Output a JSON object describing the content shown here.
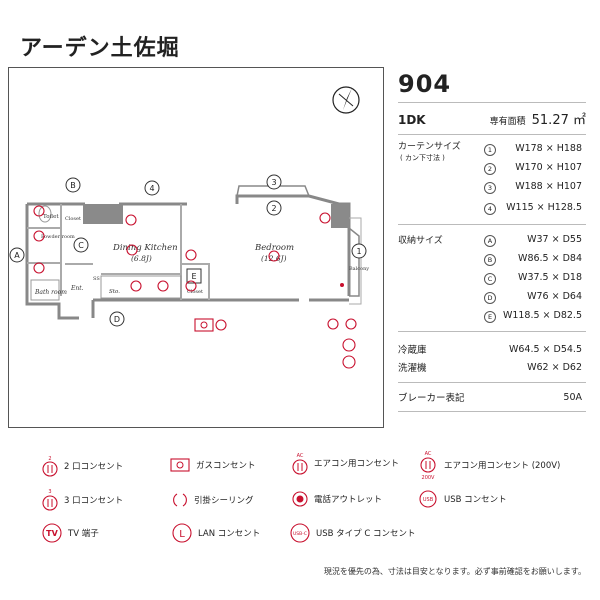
{
  "title": "アーデン土佐堀",
  "room_number": "904",
  "layout_type": "1DK",
  "area_label": "専有面積",
  "area_value": "51.27 ㎡",
  "curtain": {
    "title": "カーテンサイズ",
    "subtitle": "( カン下寸法 )",
    "items": [
      {
        "mark": "1",
        "size": "W178 × H188"
      },
      {
        "mark": "2",
        "size": "W170 × H107"
      },
      {
        "mark": "3",
        "size": "W188 × H107"
      },
      {
        "mark": "4",
        "size": "W115 × H128.5"
      }
    ]
  },
  "storage": {
    "title": "収納サイズ",
    "items": [
      {
        "mark": "A",
        "size": "W37 × D55"
      },
      {
        "mark": "B",
        "size": "W86.5 × D84"
      },
      {
        "mark": "C",
        "size": "W37.5 × D18"
      },
      {
        "mark": "D",
        "size": "W76 × D64"
      },
      {
        "mark": "E",
        "size": "W118.5 × D82.5"
      }
    ]
  },
  "fridge": {
    "label": "冷蔵庫",
    "size": "W64.5 × D54.5"
  },
  "washer": {
    "label": "洗濯機",
    "size": "W62 × D62"
  },
  "breaker": {
    "label": "ブレーカー表記",
    "value": "50A"
  },
  "plan": {
    "dk_label": "Dining Kitchen",
    "dk_size": "(6.8J)",
    "bed_label": "Bedroom",
    "bed_size": "(12.6J)",
    "toilet": "Toilet",
    "powder": "Powder room",
    "bath": "Bath room",
    "closet": "Closet",
    "ent": "Ent.",
    "sto": "Sto.",
    "ss": "SS",
    "balcony": "Balcony",
    "closet_e": "Closet",
    "marks": {
      "A": "A",
      "B": "B",
      "C": "C",
      "D": "D",
      "E": "E",
      "n1": "1",
      "n2": "2",
      "n3": "3",
      "n4": "4",
      "n2b": "2"
    }
  },
  "legend": {
    "outlet2": "2 口コンセント",
    "gas": "ガスコンセント",
    "ac": "エアコン用コンセント",
    "ac200": "エアコン用コンセント (200V)",
    "outlet3": "3 口コンセント",
    "ceiling": "引掛シーリング",
    "phone": "電話アウトレット",
    "usb": "USB コンセント",
    "tv": "TV 端子",
    "lan": "LAN コンセント",
    "usbc": "USB タイプ C コンセント",
    "sym_tv": "TV",
    "sym_lan": "L",
    "sym_usb": "USB",
    "sym_usbc": "USB-C",
    "sym_ac": "AC",
    "sym_200v": "200V",
    "sym_2": "2",
    "sym_3": "3"
  },
  "note": "現況を優先の為、寸法は目安となります。必ず事前確認をお願いします。"
}
